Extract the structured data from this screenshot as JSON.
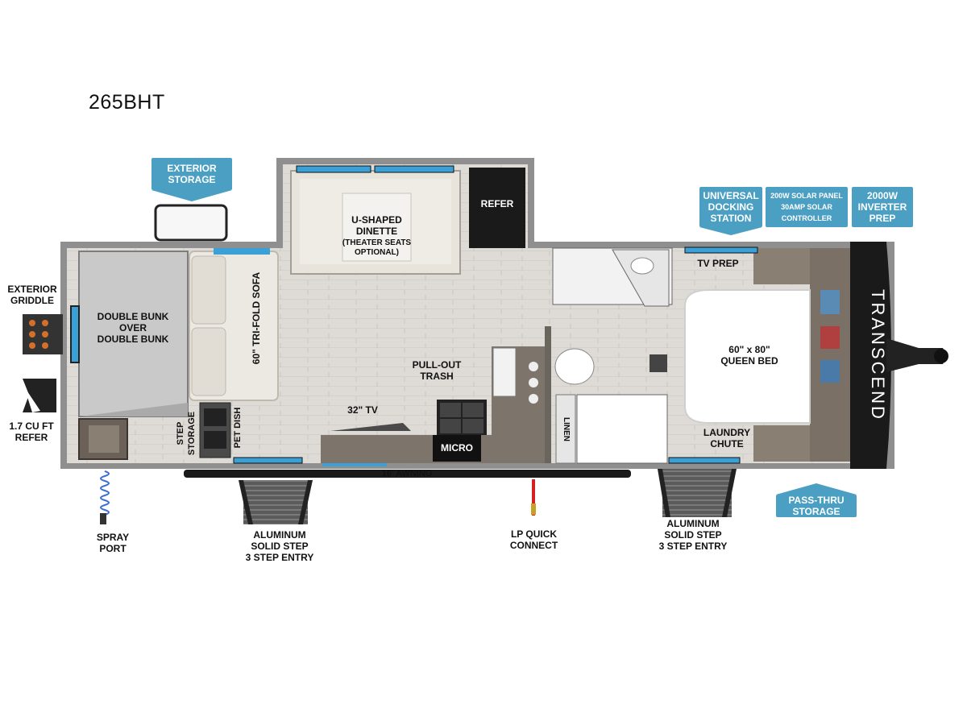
{
  "model": "265BHT",
  "brand_mark": "TRANSCEND",
  "labels": {
    "exterior_griddle": "EXTERIOR\nGRIDDLE",
    "refer_small": "1.7 CU FT\nREFER",
    "double_bunk": "DOUBLE BUNK\nOVER\nDOUBLE BUNK",
    "sofa": "60\" TRI-FOLD SOFA",
    "step_storage": "STEP\nSTORAGE",
    "pet_dish": "PET DISH",
    "dinette": "U-SHAPED\nDINETTE",
    "dinette_note": "(THEATER SEATS\nOPTIONAL)",
    "refer": "REFER",
    "pull_out_trash": "PULL-OUT\nTRASH",
    "tv": "32\" TV",
    "micro": "MICRO",
    "linen": "LINEN",
    "tv_prep": "TV PREP",
    "bed": "60\" x 80\"\nQUEEN BED",
    "laundry_chute": "LAUNDRY\nCHUTE",
    "awning": "16' AWNING",
    "spray_port": "SPRAY\nPORT",
    "step_left": "ALUMINUM\nSOLID STEP\n3 STEP ENTRY",
    "lp_connect": "LP QUICK\nCONNECT",
    "step_right": "ALUMINUM\nSOLID STEP\n3 STEP ENTRY"
  },
  "callouts": {
    "exterior_storage": "EXTERIOR\nSTORAGE",
    "universal_docking": "UNIVERSAL\nDOCKING\nSTATION",
    "solar": "200W SOLAR PANEL\n30AMP SOLAR\nCONTROLLER",
    "inverter": "2000W\nINVERTER\nPREP",
    "pass_thru": "PASS-THRU\nSTORAGE"
  },
  "colors": {
    "callout": "#4a9fc3",
    "wall": "#8c8c8c",
    "floor": "#dcdad5",
    "cabinet": "#7a7267",
    "cushion": "#ebe8e2",
    "window": "#3aa0d6",
    "brand_panel": "#1a1a1a"
  }
}
